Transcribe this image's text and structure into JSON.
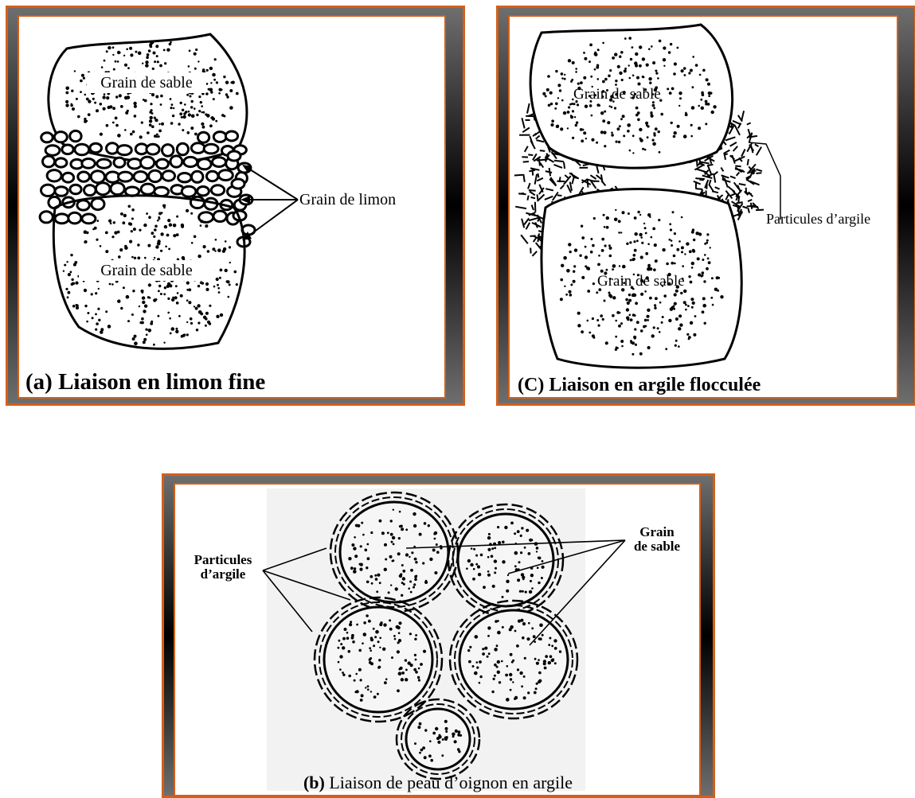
{
  "panel_a": {
    "caption": "(a) Liaison en limon fine",
    "label_top": "Grain de sable",
    "label_bottom": "Grain de sable",
    "label_silt": "Grain de limon"
  },
  "panel_c": {
    "caption": "(C) Liaison en argile flocculée",
    "label_top": "Grain de sable",
    "label_bottom": "Grain de sable",
    "label_clay": "Particules d’argile"
  },
  "panel_b": {
    "caption_letter": "(b)",
    "caption_text": " Liaison de peau d’oignon en argile",
    "label_clay_line1": "Particules",
    "label_clay_line2": "d’argile",
    "label_sand_line1": "Grain",
    "label_sand_line2": "de sable"
  },
  "colors": {
    "frame_border": "#d2601a",
    "ink": "#000000"
  }
}
